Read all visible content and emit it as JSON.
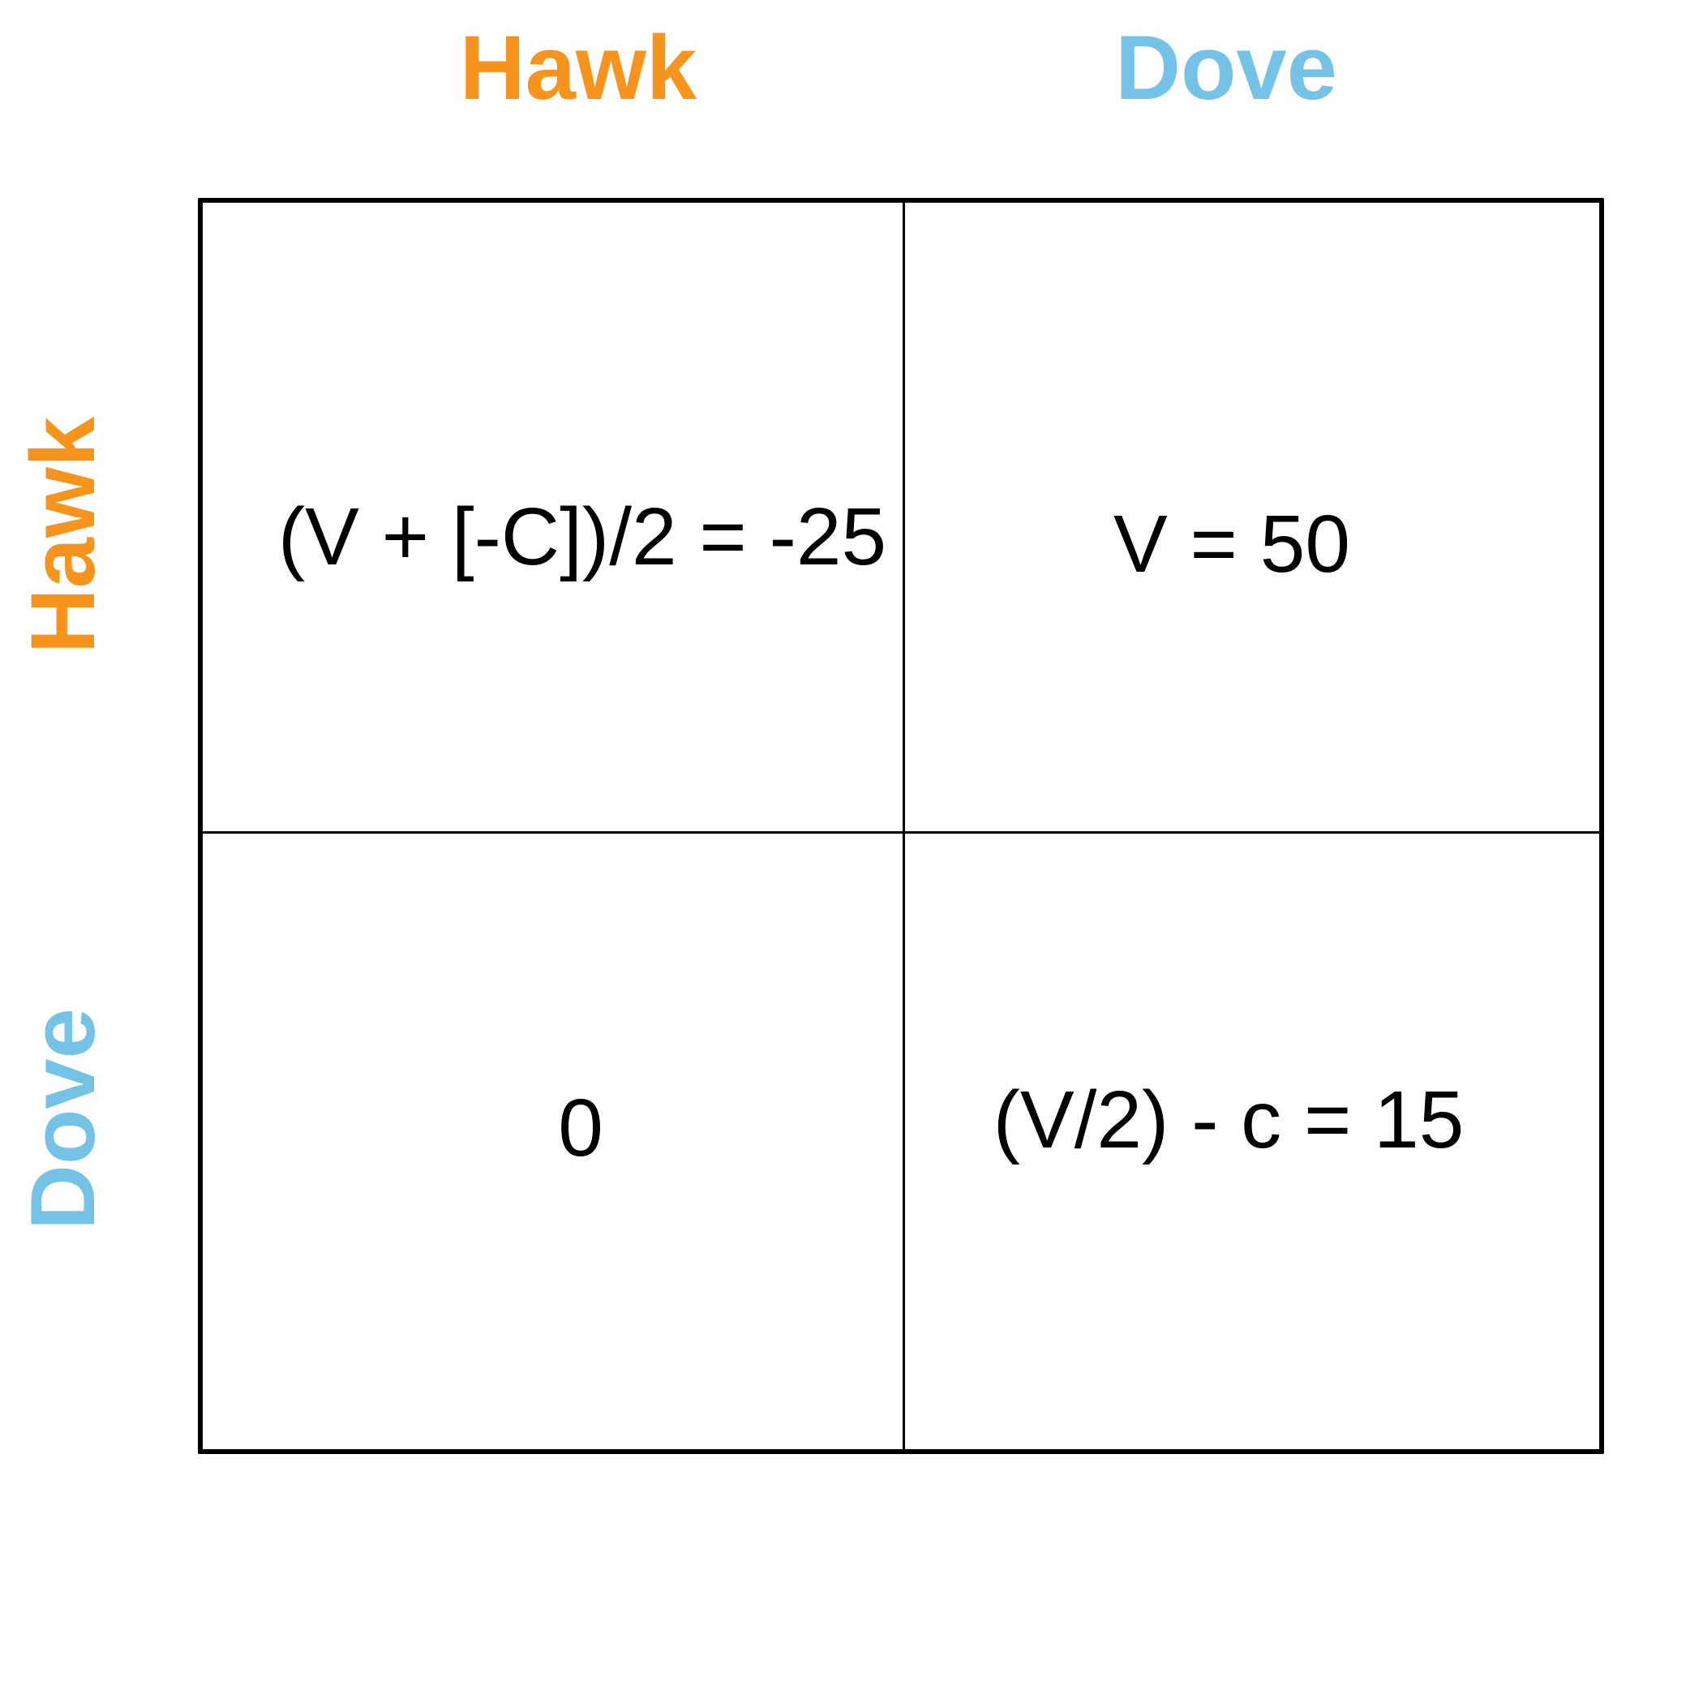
{
  "colors": {
    "hawk": "#f7941d",
    "dove": "#74c3e6",
    "grid": "#000000",
    "text": "#000000"
  },
  "columns": [
    {
      "label": "Hawk"
    },
    {
      "label": "Dove"
    }
  ],
  "rows": [
    {
      "label": "Hawk"
    },
    {
      "label": "Dove"
    }
  ],
  "matrix": {
    "hawk_hawk": "(V + [-C])/2 = -25",
    "hawk_dove": "V = 50",
    "dove_hawk": "0",
    "dove_dove": "(V/2) - c = 15"
  }
}
